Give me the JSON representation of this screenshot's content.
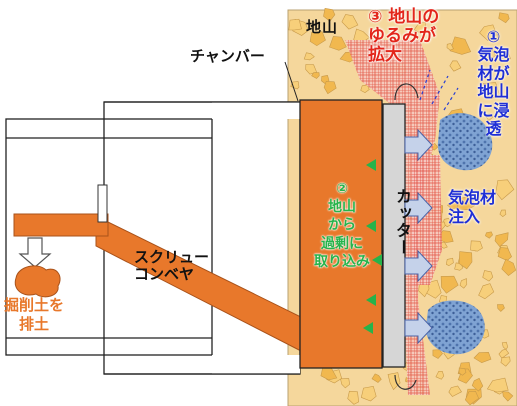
{
  "labels": {
    "ground": "地山",
    "chamber": "チャンバー",
    "screw_conveyor": "スクリュー\nコンベヤ",
    "excavated_soil": "掘削土を\n排土",
    "step3": "③ 地山の\nゆるみが\n拡大",
    "step1": "①\n気泡材が\n地山に浸透",
    "foam_injection": "気泡材\n注入",
    "step2": "②\n地山\nから\n過剰に\n取り込み",
    "cutter": "カッター"
  },
  "colors": {
    "orange": "#e8782b",
    "ground_fill": "#f5d79c",
    "pebble": "#f1b84f",
    "cutter_grey": "#d6d6d6",
    "red_label": "#e3261b",
    "blue_label": "#1f2fd6",
    "green_label": "#27b34b",
    "foam_blue": "#6f95c8"
  }
}
